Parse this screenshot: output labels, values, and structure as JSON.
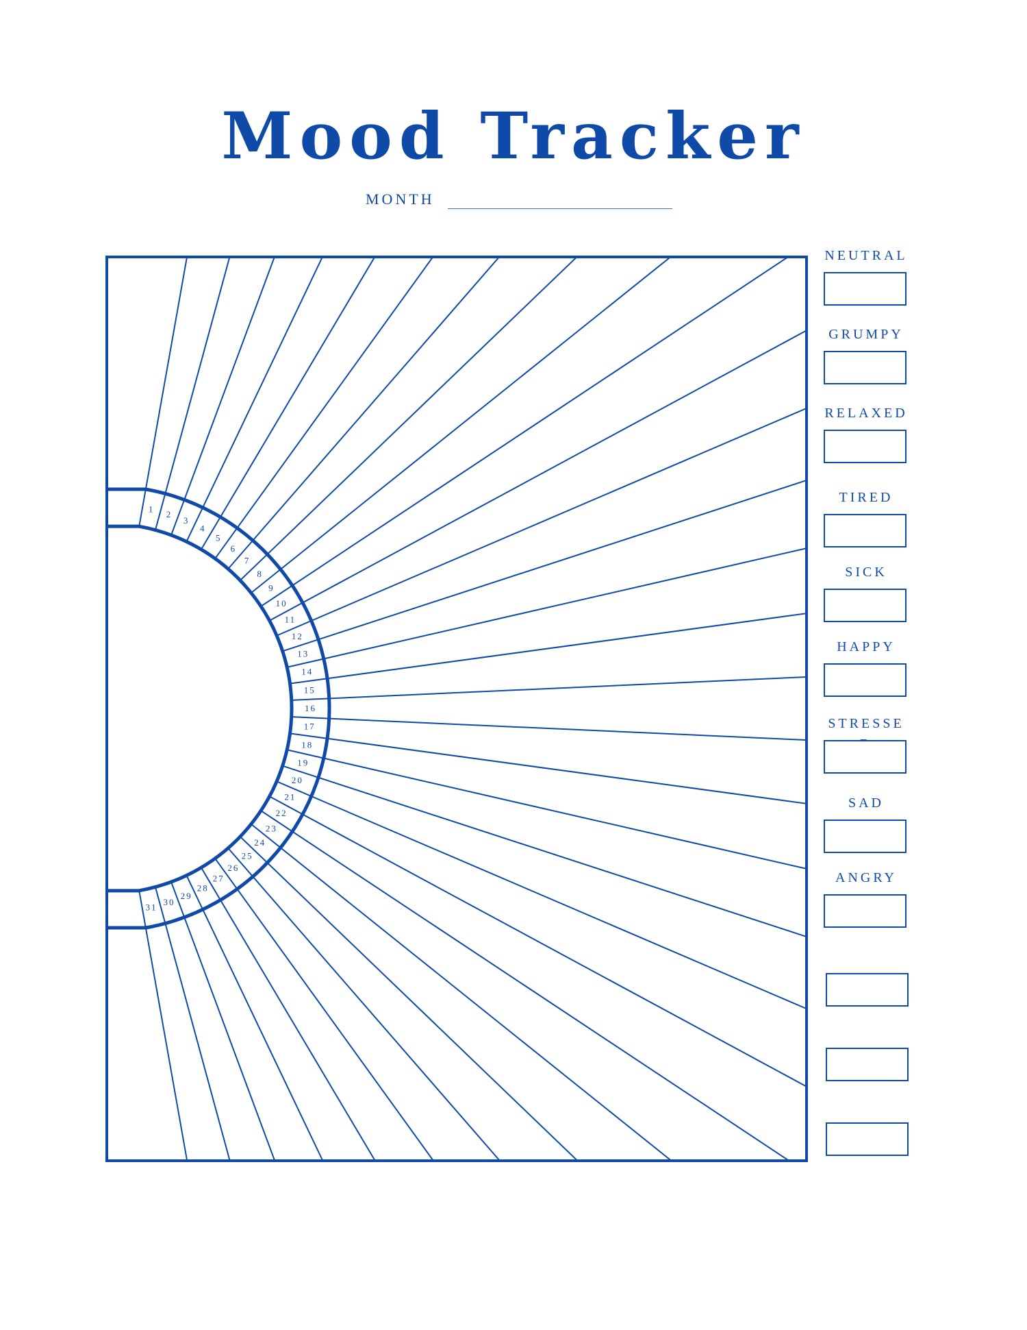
{
  "title": "Mood Tracker",
  "month_label": "MONTH",
  "accent_color": "#0f4aa8",
  "days": [
    "1",
    "2",
    "3",
    "4",
    "5",
    "6",
    "7",
    "8",
    "9",
    "10",
    "11",
    "12",
    "13",
    "14",
    "15",
    "16",
    "17",
    "18",
    "19",
    "20",
    "21",
    "22",
    "23",
    "24",
    "25",
    "26",
    "27",
    "28",
    "29",
    "30",
    "31"
  ],
  "moods": [
    {
      "label": "NEUTRAL"
    },
    {
      "label": "GRUMPY"
    },
    {
      "label": "RELAXED"
    },
    {
      "label": "TIRED"
    },
    {
      "label": "SICK"
    },
    {
      "label": "HAPPY"
    },
    {
      "label": "STRESSE\nD"
    },
    {
      "label": "SAD"
    },
    {
      "label": "ANGRY"
    },
    {
      "label": ""
    },
    {
      "label": ""
    },
    {
      "label": ""
    }
  ]
}
